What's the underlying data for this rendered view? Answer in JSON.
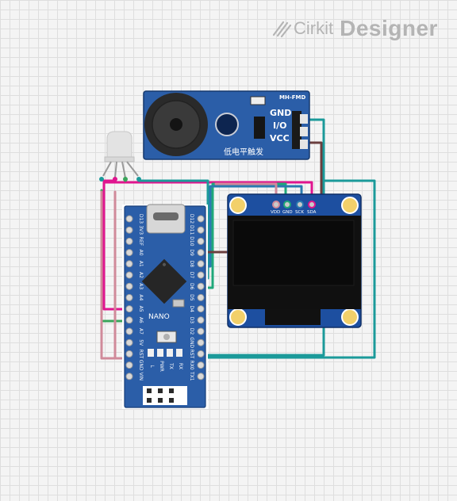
{
  "logo": {
    "brand": "Cirkit",
    "product": "Designer"
  },
  "buzzer": {
    "module_label": "MH-FMD",
    "pins": [
      "GND",
      "I/O",
      "VCC"
    ],
    "caption": "低电平触发"
  },
  "oled": {
    "pins": [
      "VDD",
      "GND",
      "SCK",
      "SDA"
    ]
  },
  "nano": {
    "label": "NANO",
    "left_pins": [
      "D13",
      "3V3",
      "REF",
      "A0",
      "A1",
      "A2",
      "A3",
      "A4",
      "A5",
      "A6",
      "A7",
      "5V",
      "RST",
      "GND",
      "VIN"
    ],
    "right_pins": [
      "D12",
      "D11",
      "D10",
      "D9",
      "D8",
      "D7",
      "D6",
      "D5",
      "D4",
      "D3",
      "D2",
      "GND",
      "RST",
      "RX0",
      "TX1"
    ],
    "led_labels": [
      "L",
      "PWR",
      "TX",
      "RX"
    ]
  },
  "colors": {
    "wire_magenta": "#e0158f",
    "wire_teal": "#1b9a9a",
    "wire_green": "#3aa55a",
    "wire_pink": "#d08a9a",
    "wire_brown": "#6b3f3f",
    "board_blue": "#2b5ea8",
    "oled_blue": "#1d4fa0"
  }
}
